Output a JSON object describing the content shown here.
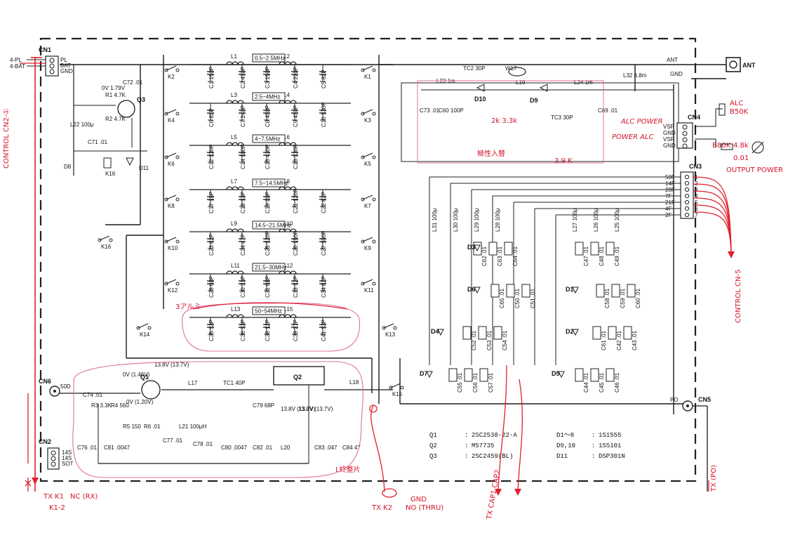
{
  "connectors": {
    "cn1": {
      "name": "CN1",
      "pins": [
        "PL",
        "BAT",
        "GND"
      ],
      "lines": [
        "4-PL",
        "4-BAT"
      ]
    },
    "cn2": {
      "name": "CN2",
      "pins": [
        "14S",
        "14S",
        "SOT"
      ]
    },
    "cn3": {
      "name": "CN3",
      "pins": [
        "50F",
        "14F",
        "28F",
        "7F",
        "21F",
        "4F",
        "2F"
      ]
    },
    "cn4": {
      "name": "CN4",
      "pins": [
        "VSF",
        "GND",
        "VSR",
        "GND"
      ]
    },
    "cn5": {
      "name": "CN5",
      "label": "PO"
    },
    "cn6": {
      "name": "CN6",
      "label": "50D"
    },
    "ant": "ANT",
    "gnd": "GND"
  },
  "filters": [
    {
      "band": "0.5~2.5MHz",
      "l_left": "L1",
      "l_right": "L2",
      "parts": [
        "C1 150P",
        "C2 470P",
        "C3 150P",
        "C4 220P",
        "C5 82P"
      ]
    },
    {
      "band": "2.5~4MHz",
      "l_left": "L3",
      "l_right": "L4",
      "parts": [
        "C6 82P",
        "C7 240P",
        "C8 430P",
        "C9 430P",
        "C10 330P"
      ]
    },
    {
      "band": "4~7.5MHz",
      "l_left": "L5",
      "l_right": "L6",
      "parts": [
        "C12 330P",
        "C14 180P",
        "C15 430P",
        "C16 330P"
      ]
    },
    {
      "band": "7.5~14.5MHz",
      "l_left": "L7",
      "l_right": "L8",
      "parts": [
        "C17 15P",
        "C18 33P",
        "C19 20P",
        "C21 120P",
        "C22 82P"
      ]
    },
    {
      "band": "14.5~21.5MHz",
      "l_left": "L9",
      "l_right": "L10",
      "parts": [
        "C23 82P",
        "C24 47P",
        "C25 120P",
        "C26 150P",
        "C27 100P"
      ]
    },
    {
      "band": "21.5~30MHz",
      "l_left": "L11",
      "l_right": "L12",
      "parts": [
        "C28 68P",
        "C30 33P",
        "C31 68P",
        "C33 12P",
        "C34 82P"
      ]
    },
    {
      "band": "50~54MHz",
      "l_left": "L13",
      "l_right": "L15",
      "parts": [
        "C35 33P",
        "C36 33P",
        "C38 12P",
        "C39 27P",
        "C41 33P"
      ]
    }
  ],
  "relays": [
    "K1",
    "K2",
    "K3",
    "K4",
    "K5",
    "K6",
    "K7",
    "K8",
    "K9",
    "K10",
    "K11",
    "K12",
    "K13",
    "K14",
    "K15",
    "K16"
  ],
  "coupler": {
    "W": "W17",
    "L19": "L19",
    "L23": "L23 1m",
    "L24": "L24 1m",
    "L32": "L32 6.8m",
    "C60": "C60 100P",
    "C73": "C73 .01",
    "C69": "C69 .01",
    "TC2": "TC2 30P",
    "TC3": "TC3 30P",
    "D9": "D9",
    "D10": "D10"
  },
  "amp": {
    "q1": "Q1",
    "q2": "Q2",
    "v_q1": "13.8V (13.7V)",
    "v_base": "0V (1.46V)",
    "v_em": "0V (1.20V)",
    "l17": "L17",
    "tc1": "TC1 40P",
    "l18": "L18",
    "l21": "L21 100μH",
    "l20": "L20",
    "res": [
      "R3 3.3K",
      "R4 560",
      "R5 150",
      "R6 .01"
    ],
    "caps": [
      "C74 .01",
      "C76 .01",
      "C77 .01",
      "C78 .01",
      "C79 68P",
      "C80 .0047",
      "C81 .0047",
      "C82 .01",
      "C83 .047",
      "C84 47"
    ],
    "rails": [
      "13.8V (13.7V)",
      "13.8V (13.7V)"
    ]
  },
  "q3": {
    "label": "Q3",
    "r1": "R1 4.7K",
    "r2": "R2 4.7K",
    "v": "0V 1.79V",
    "c72": "C72 .01",
    "l22": "L22 100μ",
    "c71": "C71 .01"
  },
  "legend": [
    {
      "ref": "Q1",
      "part": "2SC2538-22-A"
    },
    {
      "ref": "Q2",
      "part": "M57735"
    },
    {
      "ref": "Q3",
      "part": "2SC2459(BL)"
    },
    {
      "ref": "D1～8",
      "part": "1S1555"
    },
    {
      "ref": "D9,10",
      "part": "1SS101"
    },
    {
      "ref": "D11",
      "part": "DSP301N"
    }
  ],
  "handwritten": {
    "control_cn2": "CONTROL CN2-①",
    "control_cn5": "CONTROL CN-5",
    "tx_k1": "TX K1",
    "tx_k1_nc": "NC (RX)",
    "k1_2": "K1-2",
    "tx_k2": "TX K2",
    "gnd_no": "GND",
    "no_thru": "NO (THRU)",
    "tx_caps": "TX CAP1 CAP2",
    "tx_po": "TX (PO)",
    "alc": "ALC",
    "r_850k": "B50K",
    "r_4_8k": "4.8k",
    "r_800k": "B80K",
    "c001": "0.01",
    "output_power": "OUTPUT POWER",
    "alc_power": "ALC POWER",
    "power_alc": "POWER ALC",
    "polarity": "極性入替",
    "r_39k": "3.9 K",
    "r_new": "2k 3.3k",
    "lpf_note": "L終整片",
    "q_note": "3アルミ"
  },
  "lowpass": {
    "caps": [
      "C62 .01",
      "C63 .01",
      "C64 .01",
      "C65 .01",
      "C50 .01",
      "C51 .01",
      "C52 .01",
      "C53 .01",
      "C54 .01",
      "C55 .01",
      "C56 .01",
      "C57 .01",
      "C58 .01",
      "C59 .01",
      "C60 .01",
      "C61 .01",
      "C42 .01",
      "C43 .01",
      "C44 .01",
      "C45 .01",
      "C46 .01",
      "C47 .01",
      "C48 .01",
      "C49 .01"
    ],
    "inductors": [
      "L31 100μ",
      "L30 100μ",
      "L29 100μ",
      "L28 100μ",
      "L27 100μ",
      "L26 100μ",
      "L25 100μ"
    ],
    "diodes": [
      "D1",
      "D2",
      "D3",
      "D4",
      "D5",
      "D6",
      "D7",
      "D8"
    ]
  },
  "colors": {
    "ink": "#1a1a1a",
    "red": "#e0202e",
    "pink": "#e070a0"
  }
}
